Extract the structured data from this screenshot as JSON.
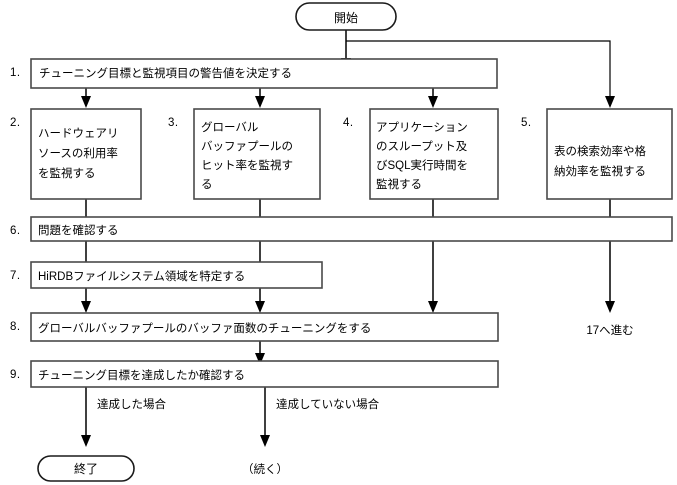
{
  "diagram": {
    "title": "HiRDB tuning procedure flowchart",
    "colors": {
      "background": "#ffffff",
      "box_stroke": "#4a4a4a",
      "terminator_stroke": "#1a1a1a",
      "line": "#000000",
      "text": "#000000"
    },
    "terminators": {
      "start": "開始",
      "end": "終了",
      "continue": "（続く）"
    },
    "steps": [
      {
        "number": "1.",
        "lines": [
          "チューニング目標と監視項目の警告値を決定する"
        ]
      },
      {
        "number": "2.",
        "lines": [
          "ハードウェアリ",
          "ソースの利用率",
          "を監視する"
        ]
      },
      {
        "number": "3.",
        "lines": [
          "グローバル",
          "バッファプールの",
          "ヒット率を監視す",
          "る"
        ]
      },
      {
        "number": "4.",
        "lines": [
          "アプリケーション",
          "のスループット及",
          "びSQL実行時間を",
          "監視する"
        ]
      },
      {
        "number": "5.",
        "lines": [
          "表の検索効率や格",
          "納効率を監視する"
        ]
      },
      {
        "number": "6.",
        "lines": [
          "問題を確認する"
        ]
      },
      {
        "number": "7.",
        "lines": [
          "HiRDBファイルシステム領域を特定する"
        ]
      },
      {
        "number": "8.",
        "lines": [
          "グローバルバッファプールのバッファ面数のチューニングをする"
        ]
      },
      {
        "number": "9.",
        "lines": [
          "チューニング目標を達成したか確認する"
        ]
      }
    ],
    "edge_labels": {
      "achieved": "達成した場合",
      "not_achieved": "達成していない場合",
      "goto_17": "17へ進む"
    }
  }
}
